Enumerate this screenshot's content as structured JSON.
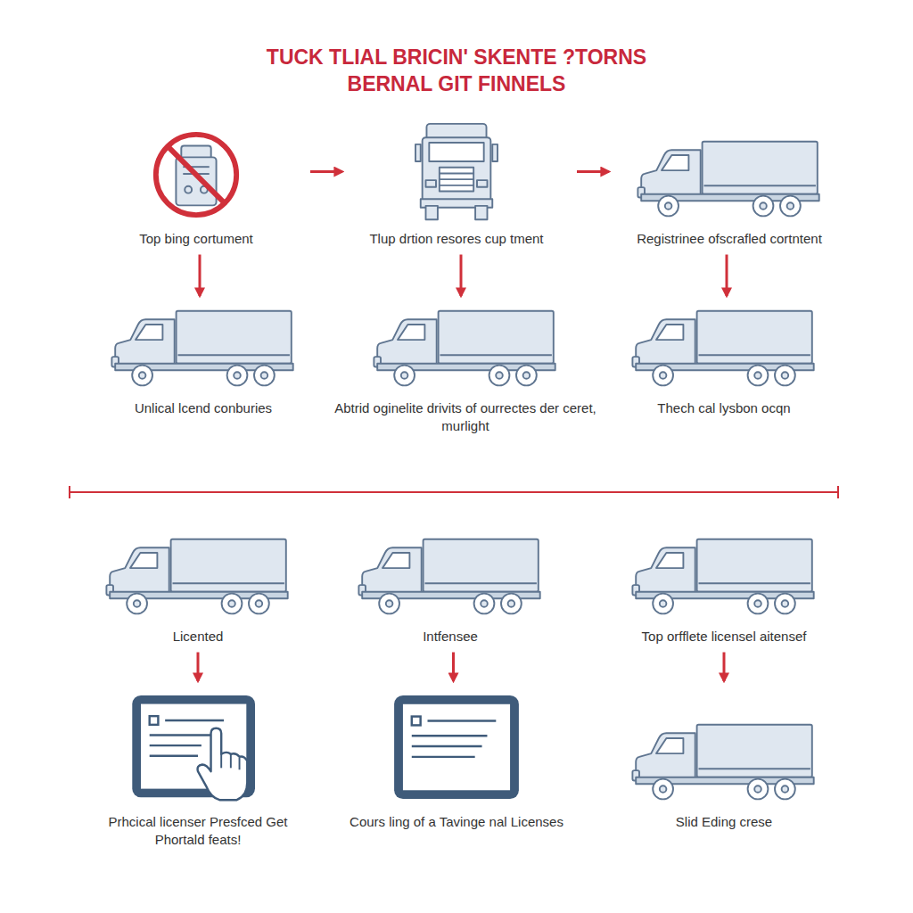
{
  "diagram": {
    "title": "TUCK TLIAL BRICIN' SKENTE ?TORNS BERNAL GIT FINNELS",
    "nodes": [
      {
        "text": [
          "Top bing cortument"
        ]
      },
      {
        "text": [
          "Tlup drtion resores cup tment"
        ]
      },
      {
        "text": [
          "Registrinee ofscrafled cortntent"
        ]
      },
      {
        "text": [
          "Unlical lcend conburies"
        ]
      },
      {
        "text": [
          "Abtrid oginelite drivits of ourrectes der ceret, murlight"
        ]
      },
      {
        "text": [
          "Thech cal lysbon ocqn"
        ]
      },
      {
        "text": [
          "Licented"
        ]
      },
      {
        "text": [
          "Intfensee"
        ]
      },
      {
        "text": [
          "Top orfflete licensel aitensef"
        ]
      },
      {
        "text": [
          "Prhcical licenser Presfced Get Phortald feats!"
        ]
      },
      {
        "text": [
          "Cours ling of a Tavinge nal Licenses"
        ]
      },
      {
        "text": [
          "Slid Eding crese"
        ]
      }
    ],
    "edges": [
      {
        "from": 0,
        "to": 1,
        "arrow": "to"
      },
      {
        "from": 1,
        "to": 2,
        "arrow": "to"
      },
      {
        "from": 0,
        "to": 3,
        "arrow": "to"
      },
      {
        "from": 1,
        "to": 4,
        "arrow": "to"
      },
      {
        "from": 2,
        "to": 5,
        "arrow": "to"
      },
      {
        "from": 6,
        "to": 9,
        "arrow": "to"
      },
      {
        "from": 7,
        "to": 10,
        "arrow": "to"
      },
      {
        "from": 8,
        "to": 11,
        "arrow": "to"
      }
    ]
  }
}
